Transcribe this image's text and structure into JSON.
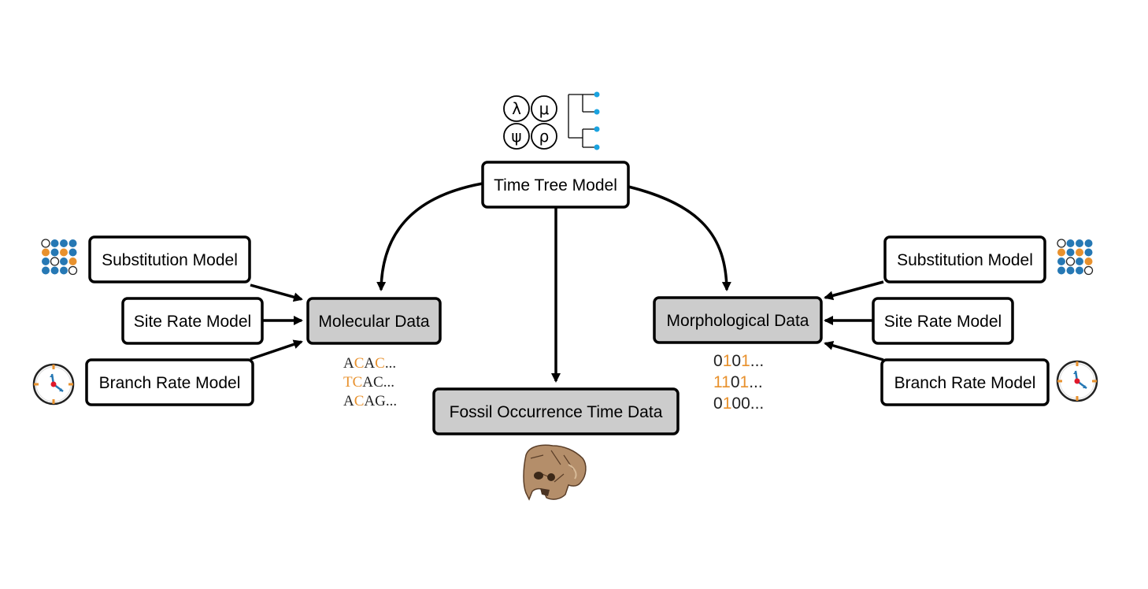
{
  "colors": {
    "box_fill": "#ffffff",
    "data_box_fill": "#cccccc",
    "stroke": "#000000",
    "accent_orange": "#e8912d",
    "accent_blue": "#2678b4",
    "tip_blue": "#1aa3e0",
    "clock_red": "#e0192b"
  },
  "top": {
    "time_tree_model": "Time Tree Model",
    "params": [
      "λ",
      "μ",
      "ψ",
      "ρ"
    ]
  },
  "left": {
    "substitution_model": "Substitution Model",
    "site_rate_model": "Site Rate Model",
    "branch_rate_model": "Branch Rate Model"
  },
  "right": {
    "substitution_model": "Substitution Model",
    "site_rate_model": "Site Rate Model",
    "branch_rate_model": "Branch Rate Model"
  },
  "data_nodes": {
    "molecular": "Molecular Data",
    "morphological": "Morphological Data",
    "fossil": "Fossil Occurrence Time Data"
  },
  "molecular_sequences": [
    [
      [
        "A",
        "n"
      ],
      [
        "C",
        "o"
      ],
      [
        "A",
        "n"
      ],
      [
        "C",
        "o"
      ],
      [
        "...",
        "n"
      ]
    ],
    [
      [
        "T",
        "o"
      ],
      [
        "C",
        "o"
      ],
      [
        "A",
        "n"
      ],
      [
        "C",
        "n"
      ],
      [
        "...",
        "n"
      ]
    ],
    [
      [
        "A",
        "n"
      ],
      [
        "C",
        "o"
      ],
      [
        "A",
        "n"
      ],
      [
        "G",
        "n"
      ],
      [
        "...",
        "n"
      ]
    ]
  ],
  "morphological_sequences": [
    [
      [
        "0",
        "n"
      ],
      [
        "1",
        "o"
      ],
      [
        "0",
        "n"
      ],
      [
        "1",
        "o"
      ],
      [
        "...",
        "n"
      ]
    ],
    [
      [
        "1",
        "o"
      ],
      [
        "1",
        "o"
      ],
      [
        "0",
        "n"
      ],
      [
        "1",
        "o"
      ],
      [
        "...",
        "n"
      ]
    ],
    [
      [
        "0",
        "n"
      ],
      [
        "1",
        "o"
      ],
      [
        "0",
        "n"
      ],
      [
        "0",
        "n"
      ],
      [
        "...",
        "n"
      ]
    ]
  ],
  "matrix_icon_pattern": [
    [
      "w",
      "b",
      "b",
      "b"
    ],
    [
      "o",
      "b",
      "o",
      "b"
    ],
    [
      "b",
      "w",
      "b",
      "o"
    ],
    [
      "b",
      "b",
      "b",
      "w"
    ]
  ]
}
